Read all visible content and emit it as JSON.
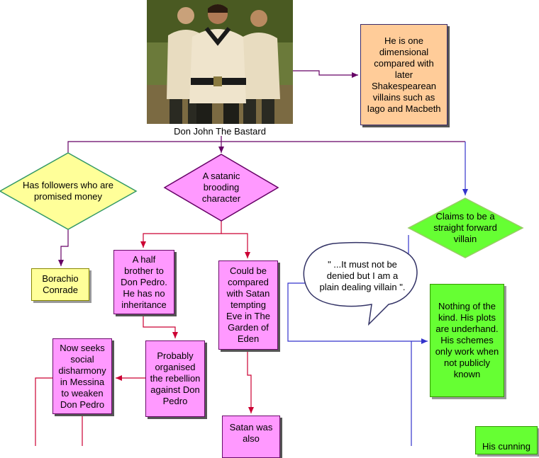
{
  "photo": {
    "caption": "Don John The Bastard"
  },
  "nodes": {
    "one_dimensional": "He is one dimensional compared with later Shakespearean villains such as Iago and Macbeth",
    "followers": "Has followers who are promised money",
    "satanic": "A satanic brooding character",
    "claims": "Claims to be a straight forward villain",
    "borachio": "Borachio Conrade",
    "half_brother": "A half brother to Don Pedro. He has no inheritance",
    "satan_compared": "Could be compared with Satan tempting Eve in The Garden of Eden",
    "quote": "\" ...It must not be denied but I am a plain dealing villain \".",
    "nothing_kind": "Nothing of the kind. His plots are underhand. His schemes only work when not publicly known",
    "now_seeks": "Now seeks social disharmony in Messina to weaken Don Pedro",
    "probably": "Probably organised the rebellion against Don Pedro",
    "satan_also": "Satan was also",
    "his_cunning": "His cunning"
  },
  "colors": {
    "pink": "#ff99ff",
    "peach": "#ffcc99",
    "yellow": "#ffff99",
    "green": "#66ff33",
    "purple_line": "#660066",
    "red_line": "#cc0033",
    "blue_line": "#3333cc"
  }
}
